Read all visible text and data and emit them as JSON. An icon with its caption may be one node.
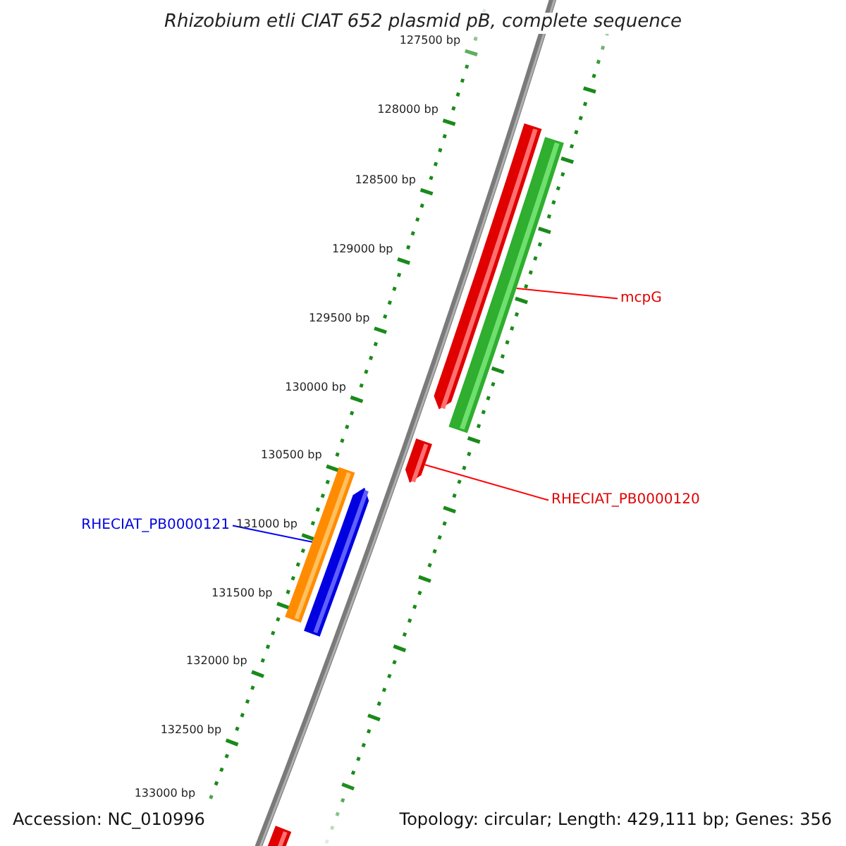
{
  "diagram": {
    "title": "Rhizobium etli CIAT 652 plasmid pB, complete sequence",
    "nodes": [
      {
        "text": [
          "mcpG"
        ]
      },
      {
        "text": [],
        "shape": "bar"
      },
      {
        "text": [
          "RHECIAT_PB0000120"
        ]
      },
      {
        "text": [],
        "shape": "bar"
      },
      {
        "text": [
          "RHECIAT_PB0000121"
        ]
      },
      {
        "text": [],
        "shape": "bar"
      }
    ],
    "edges": [
      {
        "from": 0,
        "to": 1,
        "arrow": "none"
      },
      {
        "from": 2,
        "to": 3,
        "arrow": "none"
      },
      {
        "from": 4,
        "to": 5,
        "arrow": "none",
        "color": "#0000ff"
      }
    ],
    "labels": [
      "127500 bp",
      "128000 bp",
      "128500 bp",
      "129000 bp",
      "129500 bp",
      "130000 bp",
      "130500 bp",
      "131000 bp",
      "131500 bp",
      "132000 bp",
      "132500 bp",
      "133000 bp",
      "Accession: NC_010996",
      "Topology: circular; Length: 429,111 bp; Genes: 356"
    ]
  }
}
